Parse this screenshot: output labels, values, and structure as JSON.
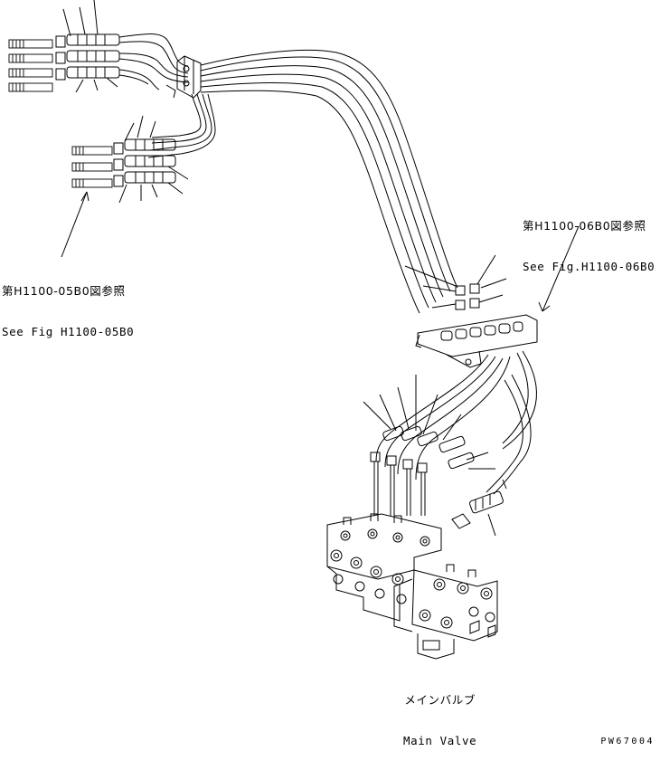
{
  "references": {
    "left": {
      "jp": "第H1100-05B0図参照",
      "en": "See Fig H1100-05B0"
    },
    "right": {
      "jp": "第H1100-06B0図参照",
      "en": "See Fig.H1100-06B0"
    }
  },
  "main_valve": {
    "jp": "メインバルブ",
    "en": "Main Valve"
  },
  "drawing_code": "PW67004"
}
